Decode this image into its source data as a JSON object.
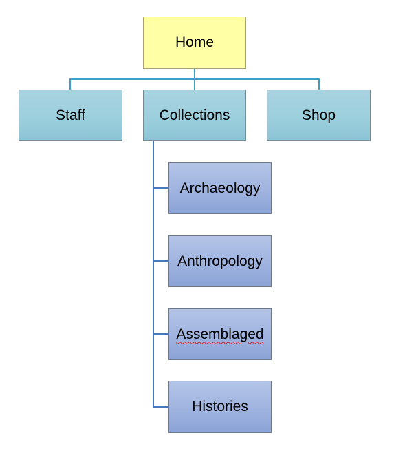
{
  "diagram": {
    "root": {
      "label": "Home"
    },
    "level1": [
      {
        "label": "Staff"
      },
      {
        "label": "Collections"
      },
      {
        "label": "Shop"
      }
    ],
    "collections_children": [
      {
        "label": "Archaeology"
      },
      {
        "label": "Anthropology"
      },
      {
        "label": "Assemblaged"
      },
      {
        "label": "Histories"
      }
    ]
  },
  "colors": {
    "connector_top": "#3f9fc6",
    "connector_left": "#4a79bd",
    "root_fill": "#ffffa6",
    "level1_fill": "#9ccfdd",
    "level2_fill": "#9fb3df",
    "spellcheck_underline": "#e0262b"
  }
}
